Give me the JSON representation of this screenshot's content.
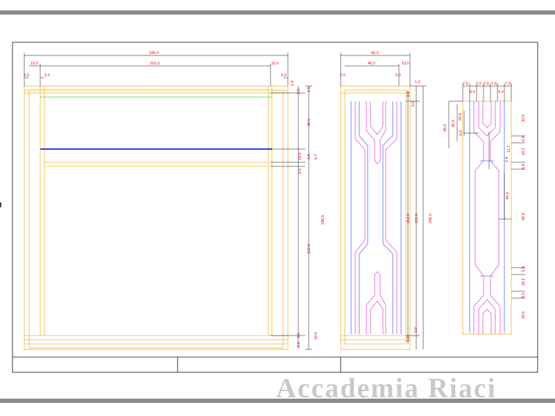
{
  "watermark": "Accademia Riaci",
  "colors": {
    "frame": "#f0b032",
    "pink": "#e14be1",
    "blue": "#4d6ee8",
    "green": "#7ed957",
    "rail": "#1e3fd4",
    "dim": "#e60000",
    "border": "#000000"
  },
  "front_view": {
    "dims_top": [
      "240.0",
      "10.0",
      "210.0",
      "10.0",
      "5.0",
      "3.0",
      "5.0"
    ],
    "dims_right": [
      "1.0",
      "3.0",
      "5.0",
      "46.5",
      "3.0",
      "10.0",
      "0.7",
      "4.0",
      "240.0",
      "152.8",
      "3.0",
      "1.0",
      "10.0"
    ]
  },
  "side_view": {
    "dims_top": [
      "65.0",
      "45.0",
      "10.0",
      "5.0",
      "5.0",
      "1.0"
    ],
    "dims_right": [
      "3.0",
      "3.0",
      "214.0",
      "225.0",
      "240.0",
      "1.0",
      "3.0"
    ]
  },
  "leg_detail": {
    "dims_top": [
      "7.0",
      "7.0",
      "7.0",
      "7.0",
      "7.0",
      "6.0",
      "5.0"
    ],
    "dims_left": [
      "45.0",
      "39.0",
      "29.0",
      "4.0"
    ],
    "dims_right": [
      "33.0",
      "6.0",
      "18.2",
      "11.7",
      "2.4",
      "5.8",
      "44.0",
      "58.0",
      "5.8",
      "18.2",
      "6.0",
      "33.0"
    ]
  },
  "title_block": {
    "cells": [
      "",
      "",
      ""
    ]
  }
}
